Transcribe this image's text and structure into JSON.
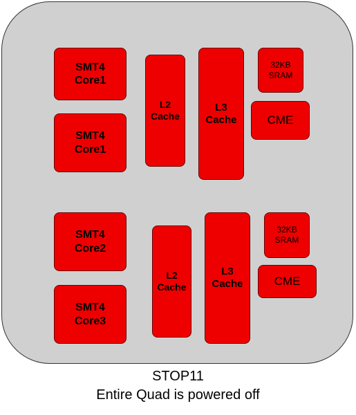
{
  "colors": {
    "quad_background": "#d0d0d0",
    "block_fill": "#ee0000",
    "block_border": "#6a0000",
    "quad_border": "#333333",
    "text": "#000000"
  },
  "upper_group": {
    "core_a": "SMT4\nCore1",
    "core_b": "SMT4\nCore1",
    "l2": "L2\nCache",
    "l3": "L3\nCache",
    "sram": "32KB\nSRAM",
    "cme": "CME"
  },
  "lower_group": {
    "core_a": "SMT4\nCore2",
    "core_b": "SMT4\nCore3",
    "l2": "L2\nCache",
    "l3": "L3\nCache",
    "sram": "32KB\nSRAM",
    "cme": "CME"
  },
  "caption": {
    "state": "STOP11",
    "description": "Entire Quad is powered off"
  }
}
